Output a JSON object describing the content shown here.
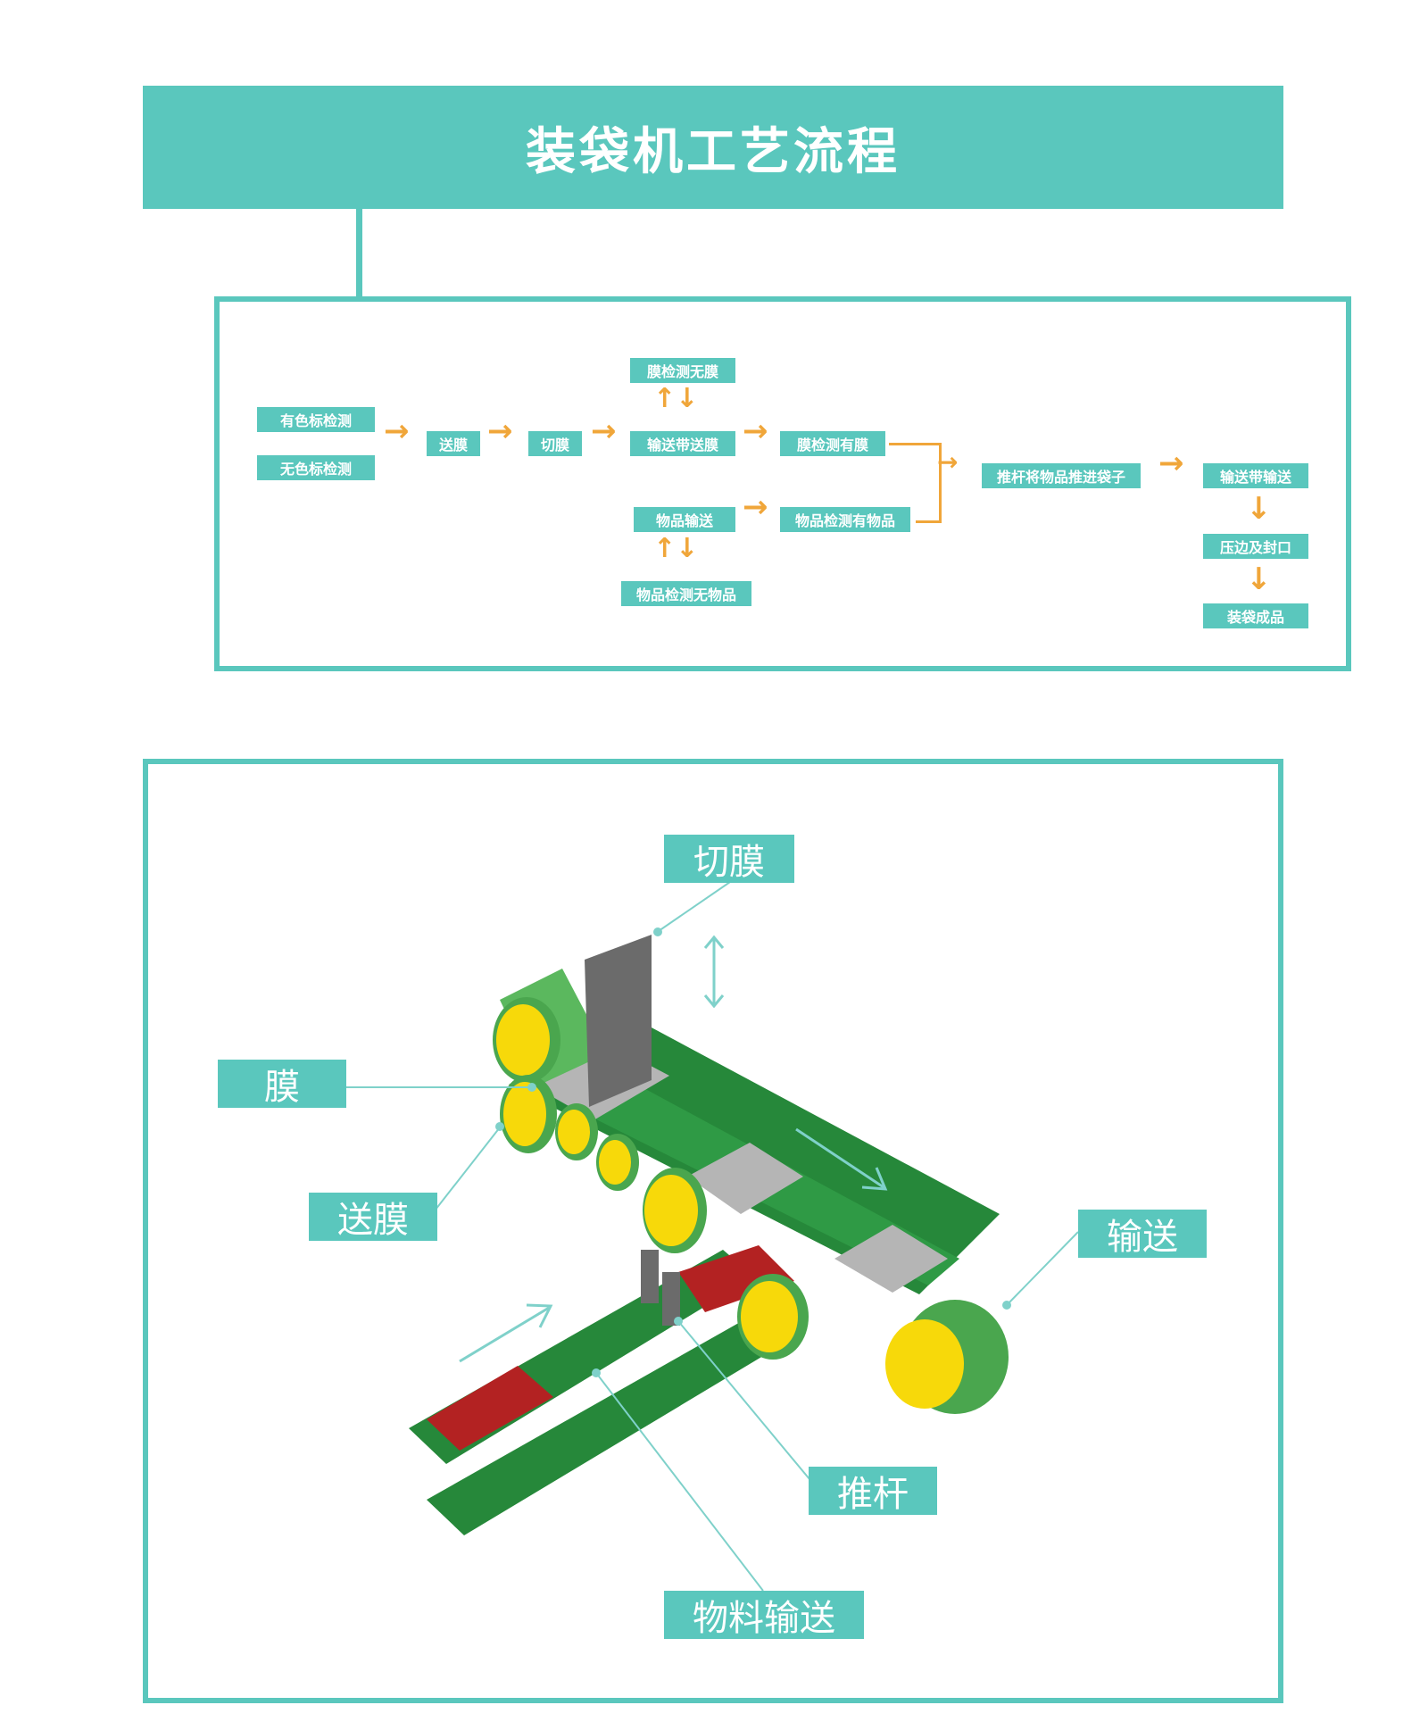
{
  "title": "装袋机工艺流程",
  "flow": {
    "nodes": {
      "color_mark": "有色标检测",
      "no_color_mark": "无色标检测",
      "feed_film": "送膜",
      "cut_film": "切膜",
      "belt_feed_film": "输送带送膜",
      "film_check_none": "膜检测无膜",
      "film_check_has": "膜检测有膜",
      "item_convey": "物品输送",
      "item_check_has": "物品检测有物品",
      "item_check_none": "物品检测无物品",
      "push_rod": "推杆将物品推进袋子",
      "belt_convey": "输送带输送",
      "press_seal": "压边及封口",
      "bag_product": "装袋成品"
    }
  },
  "diagram": {
    "labels": {
      "cut_film": "切膜",
      "film": "膜",
      "feed_film": "送膜",
      "convey": "输送",
      "push_rod": "推杆",
      "material_convey": "物料输送"
    }
  },
  "colors": {
    "accent": "#5ac7bd",
    "arrow": "#f0a63a",
    "belt_green": "#26883a",
    "roller_green": "#5bb85e",
    "roller_yellow": "#f7d90a",
    "film_grey": "#b5b5b5",
    "blade_grey": "#6b6b6b",
    "item_red": "#b32222"
  }
}
